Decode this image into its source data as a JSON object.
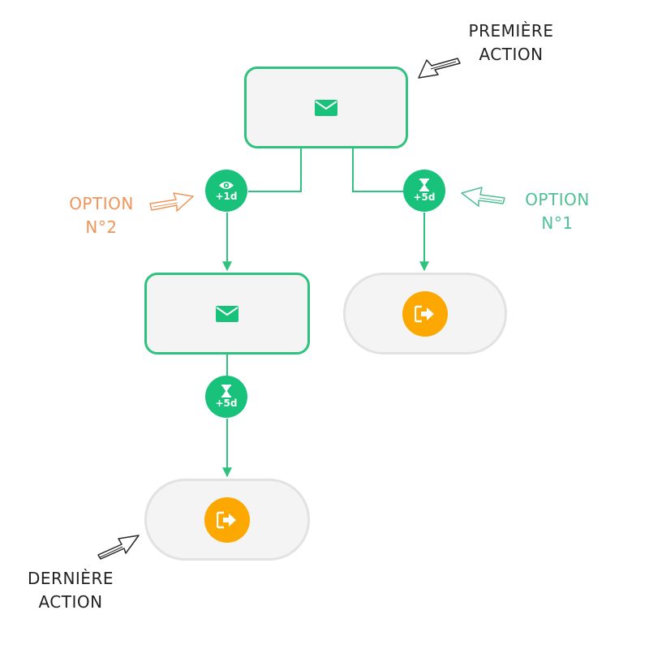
{
  "annotations": {
    "premiere": {
      "line1": "PREMIÈRE",
      "line2": "ACTION"
    },
    "option2": {
      "line1": "OPTION",
      "line2": "N°2"
    },
    "option1": {
      "line1": "OPTION",
      "line2": "N°1"
    },
    "derniere": {
      "line1": "DERNIÈRE",
      "line2": "ACTION"
    }
  },
  "steps": {
    "open_delay": {
      "icon": "eye-icon",
      "label": "+1d"
    },
    "wait_right": {
      "icon": "hourglass-icon",
      "label": "+5d"
    },
    "wait_bottom": {
      "icon": "hourglass-icon",
      "label": "+5d"
    }
  },
  "nodes": {
    "first_action": {
      "icon": "envelope-icon"
    },
    "second_action": {
      "icon": "envelope-icon"
    },
    "exit_right": {
      "icon": "exit-icon"
    },
    "exit_bottom": {
      "icon": "exit-icon"
    }
  },
  "colors": {
    "green": "#18c27a",
    "exit_orange": "#fca800",
    "annot_orange": "#f0955a",
    "annot_teal": "#4fbf95",
    "annot_dark": "#222222"
  }
}
